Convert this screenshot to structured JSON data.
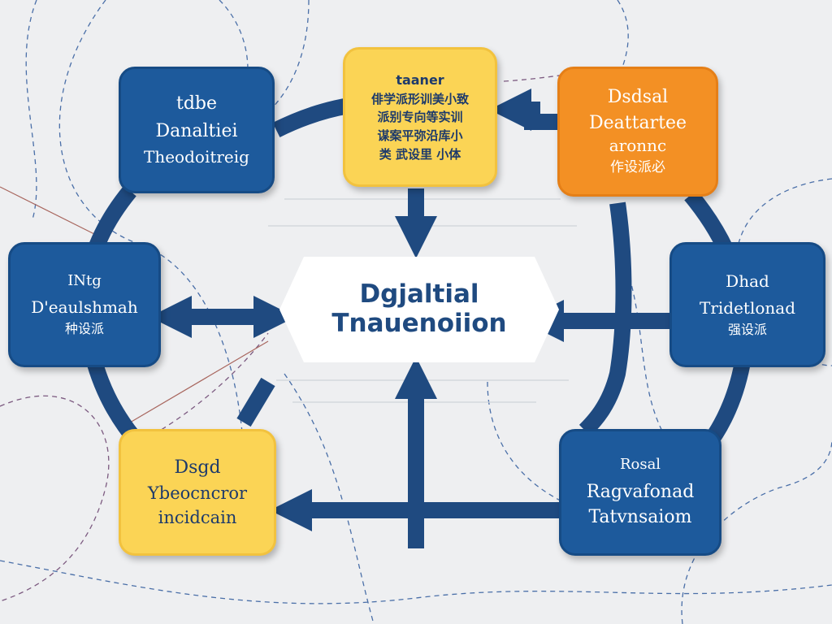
{
  "colors": {
    "background": "#eeeff1",
    "arrow": "#1f4a80",
    "blue": "#1d5a9c",
    "yellow": "#fbd455",
    "orange": "#f39024",
    "center_fill": "#ffffff"
  },
  "center": {
    "line1": "Dgjaltial",
    "line2": "Tnauenoiion"
  },
  "nodes": {
    "top_left": {
      "line1": "tdbe",
      "line2": "Danaltiei",
      "line3": "Theodoitreig"
    },
    "top_center": {
      "line1": "taaner",
      "line2": "俳学派形训美小致",
      "line3": "派别专向等实训",
      "line4": "谋案平弥沿库小",
      "line5": "类 武设里 小体"
    },
    "top_right": {
      "line1": "Dsdsal",
      "line2": "Deattartee",
      "line3": "aronnc",
      "line4": "作设派必"
    },
    "middle_left": {
      "line1": "INtg",
      "line2": "D'eaulshmah",
      "line3": "种设派"
    },
    "middle_right": {
      "line1": "Dhad",
      "line2": "Tridetlonad",
      "line3": "强设派"
    },
    "bottom_left": {
      "line1": "Dsgd",
      "line2": "Ybeocncror",
      "line3": "incidcain"
    },
    "bottom_right": {
      "line1": "Rosal",
      "line2": "Ragvafonad",
      "line3": "Tatvnsaiom"
    }
  }
}
